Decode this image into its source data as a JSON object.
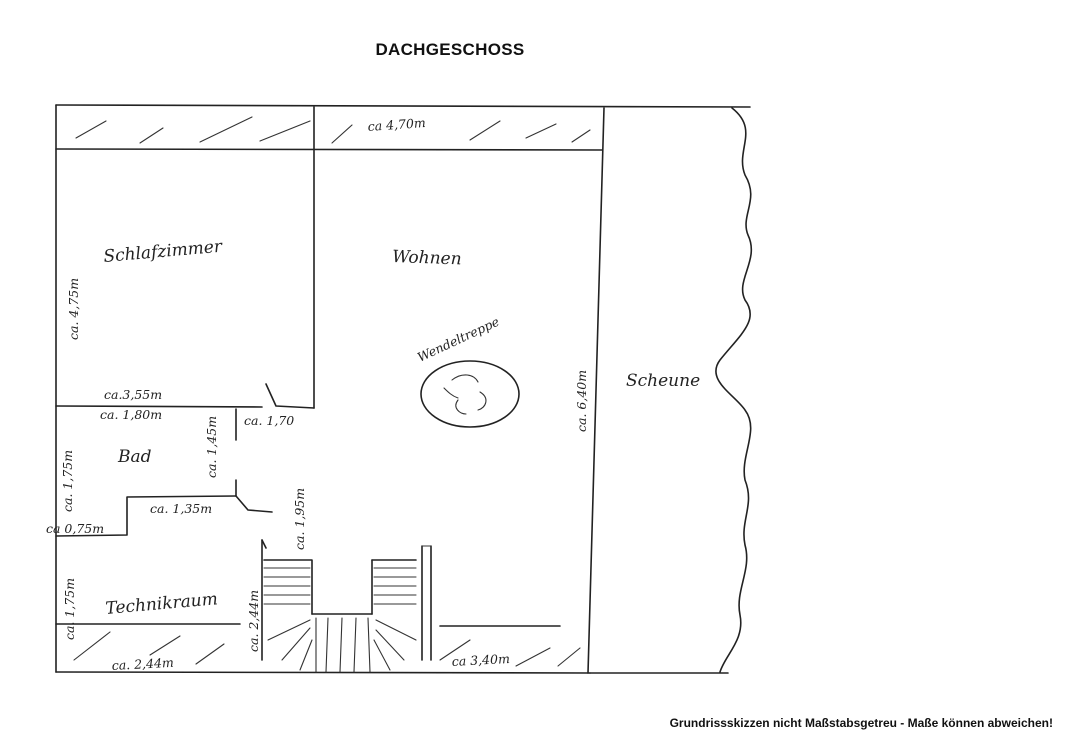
{
  "title": "DACHGESCHOSS",
  "footnote": "Grundrissskizzen nicht Maßstabsgetreu - Maße können abweichen!",
  "rooms": {
    "schlafzimmer": "Schlafzimmer",
    "wohnen": "Wohnen",
    "bad": "Bad",
    "technikraum": "Technikraum",
    "scheune": "Scheune",
    "wendeltreppe": "Wendeltreppe"
  },
  "dimensions": {
    "top_width": "ca 4,70m",
    "schlaf_height": "ca. 4,75m",
    "schlaf_width": "ca.3,55m",
    "bad_width": "ca. 1,80m",
    "corridor": "ca. 1,70",
    "bad_height": "ca. 1,75m",
    "bad_small_height": "ca. 1,45m",
    "bad_bottom": "ca. 1,35m",
    "step_width": "ca 0,75m",
    "stair_height": "ca. 1,95m",
    "technik_height": "ca. 1,75m",
    "technik_width": "ca. 2,44m",
    "stair_side": "ca. 2,44m",
    "bottom_right": "ca 3,40m",
    "wohnen_height": "ca. 6,40m"
  }
}
